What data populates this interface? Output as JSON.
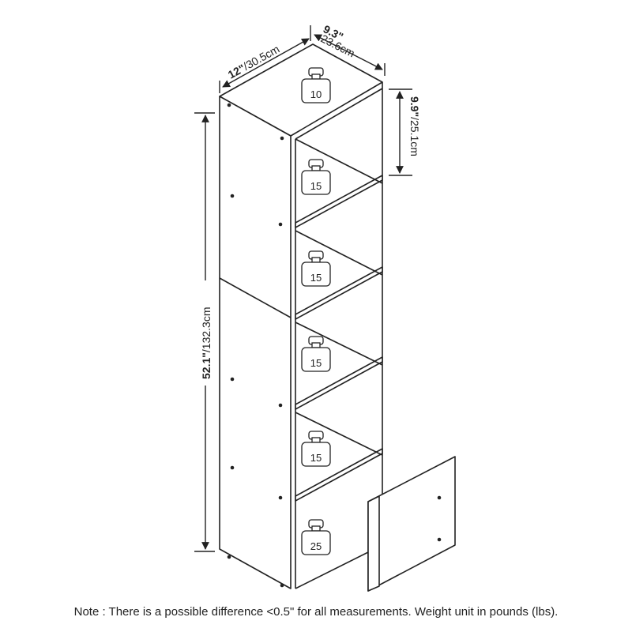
{
  "dimensions": {
    "depth": {
      "inch": "12\"",
      "cm": "/30.5cm"
    },
    "width": {
      "inch": "9.3\"",
      "cm": "23.6cm"
    },
    "shelf_height": {
      "inch": "9.9\"",
      "cm": "/25.1cm"
    },
    "total_height": {
      "inch": "52.1\"",
      "cm": "/132.3cm"
    }
  },
  "weights": [
    "10",
    "15",
    "15",
    "15",
    "15",
    "25"
  ],
  "note": "Note : There is a possible difference <0.5\" for all measurements. Weight unit in pounds (lbs)."
}
